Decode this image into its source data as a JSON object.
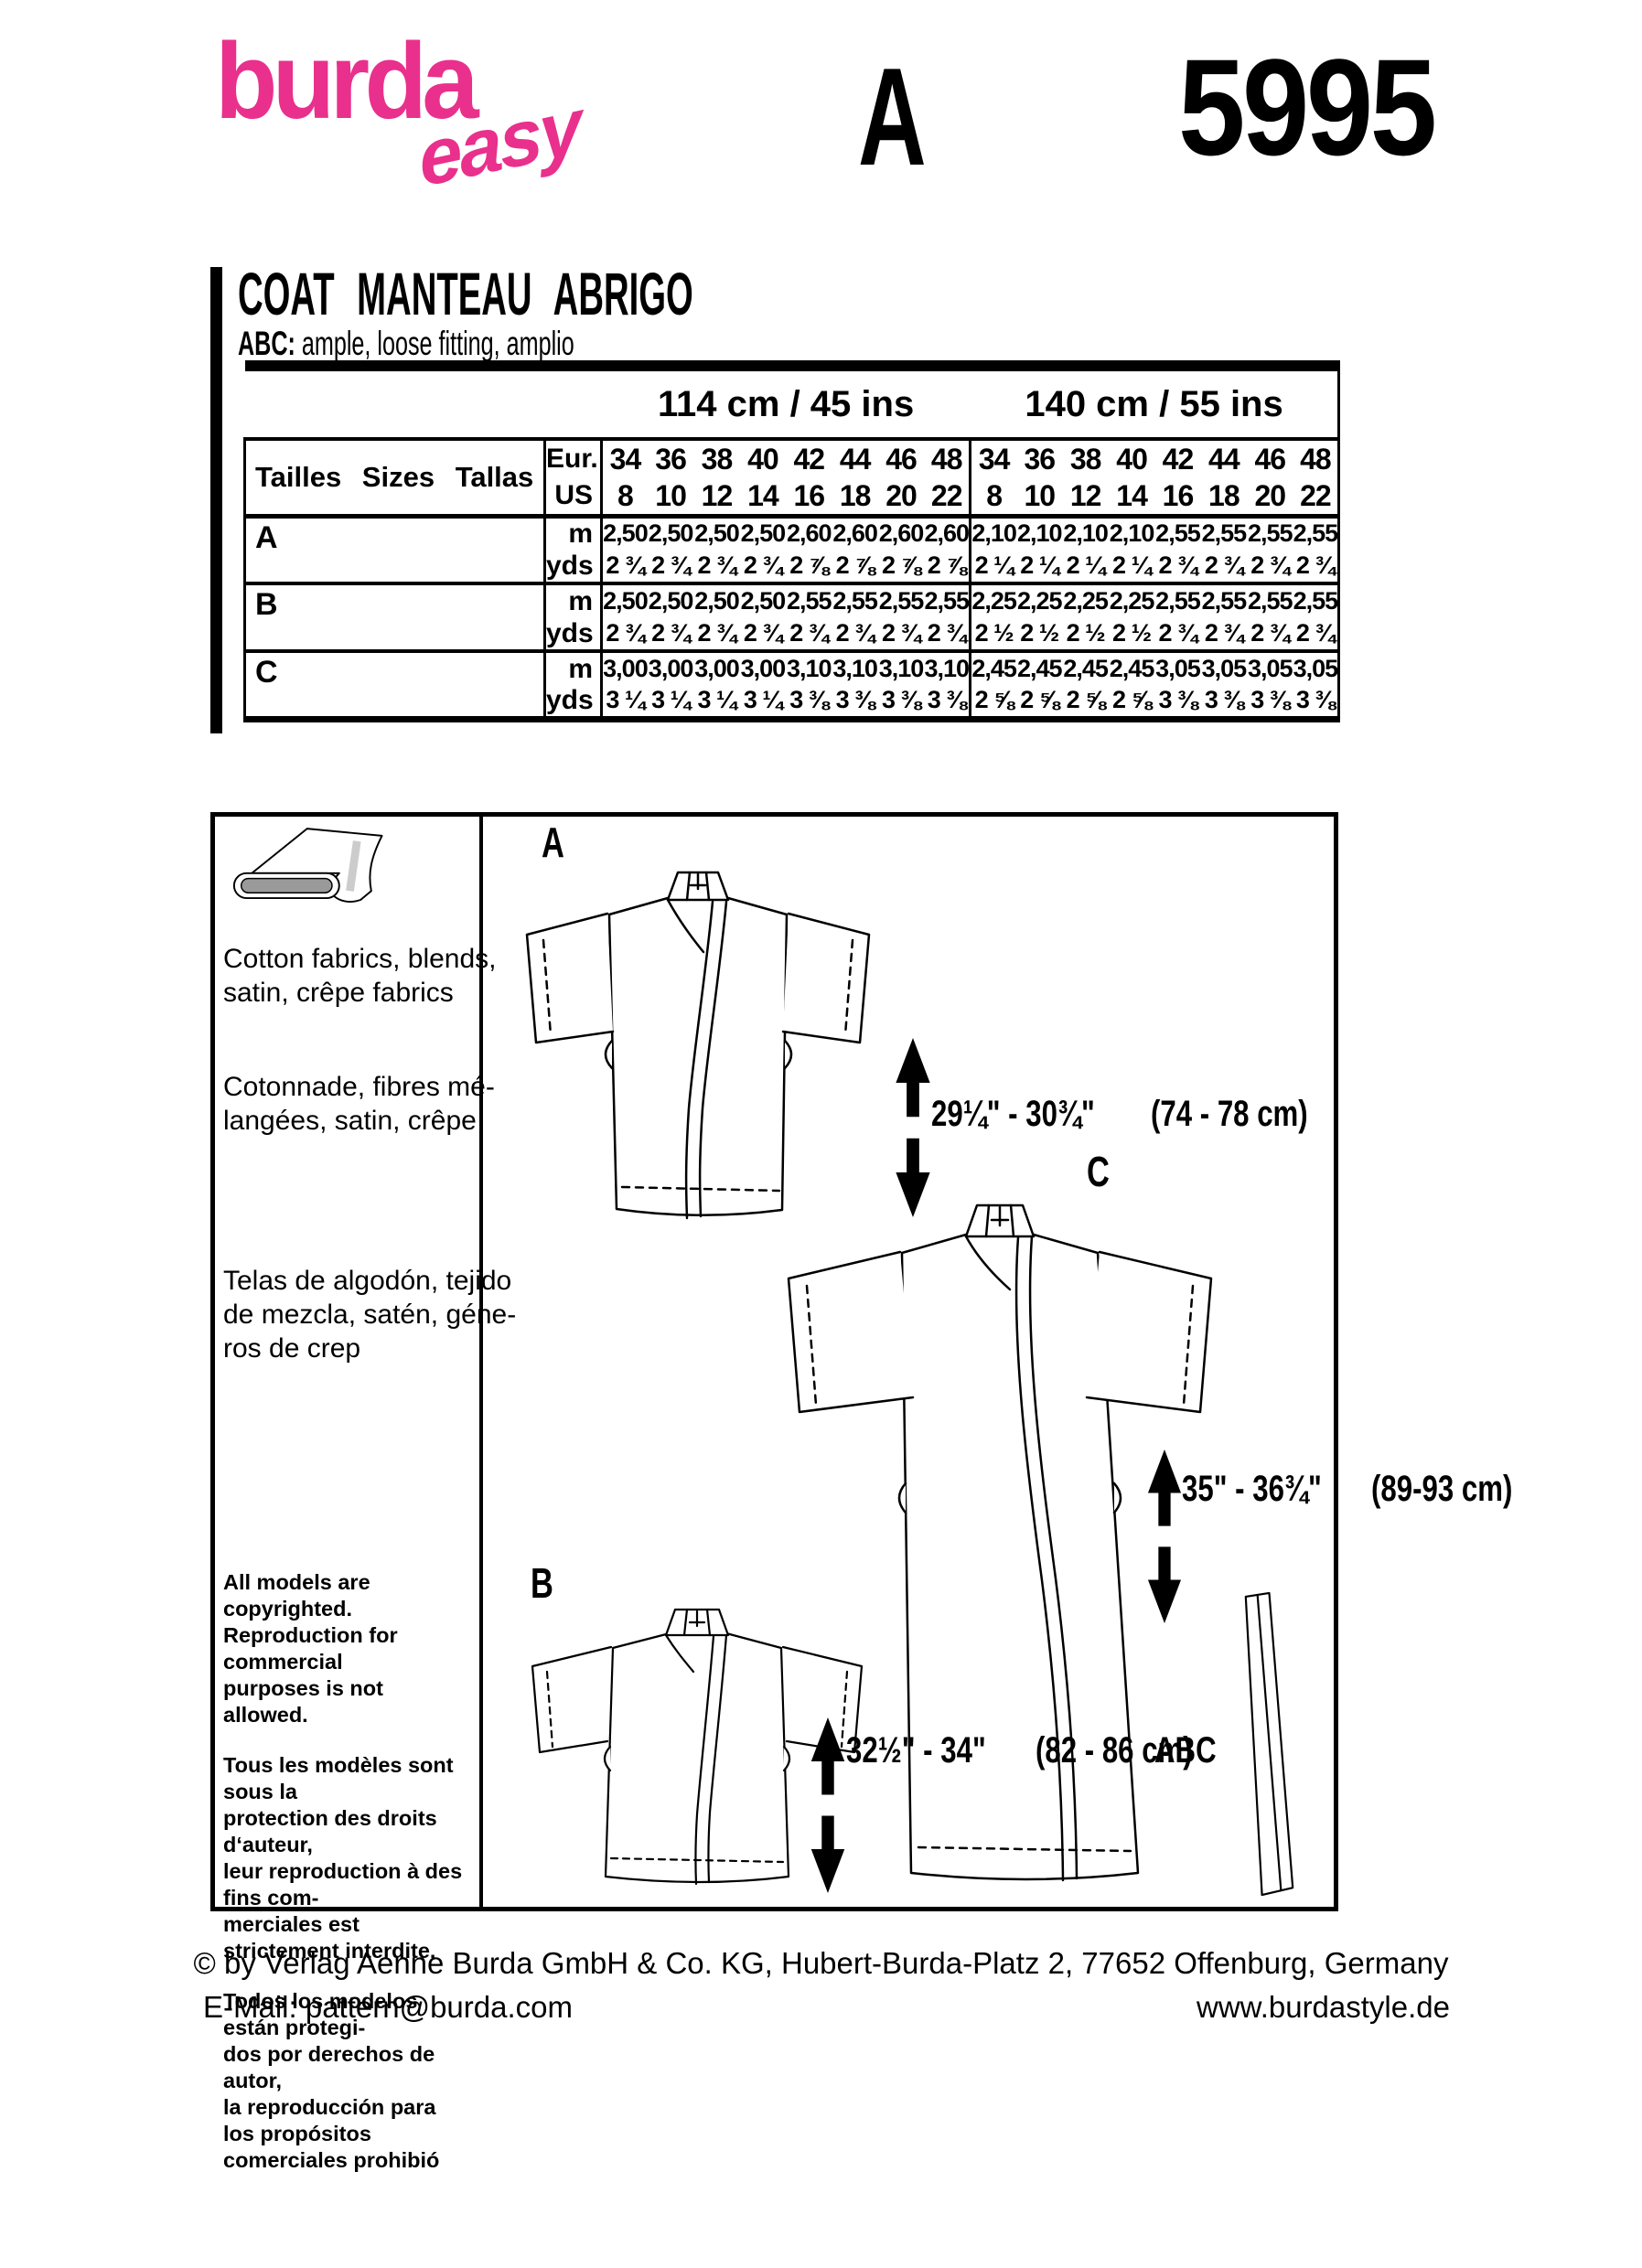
{
  "header": {
    "brand": "burda",
    "brand_sub": "easy",
    "view_letter": "A",
    "pattern_number": "5995"
  },
  "title": {
    "name": "COAT MANTEAU ABRIGO",
    "views_label": "ABC:",
    "views_desc": "ample, loose fitting, amplio"
  },
  "table": {
    "width_headers": [
      "114 cm / 45 ins",
      "140 cm / 55 ins"
    ],
    "row_label": "Tailles Sizes Tallas",
    "eur_label": "Eur.",
    "us_label": "US",
    "m_label": "m",
    "yds_label": "yds",
    "sizes_eur": [
      "34",
      "36",
      "38",
      "40",
      "42",
      "44",
      "46",
      "48",
      "34",
      "36",
      "38",
      "40",
      "42",
      "44",
      "46",
      "48"
    ],
    "sizes_us": [
      "8",
      "10",
      "12",
      "14",
      "16",
      "18",
      "20",
      "22",
      "8",
      "10",
      "12",
      "14",
      "16",
      "18",
      "20",
      "22"
    ],
    "rows": {
      "A": {
        "letter": "A",
        "m": [
          "2,50",
          "2,50",
          "2,50",
          "2,50",
          "2,60",
          "2,60",
          "2,60",
          "2,60",
          "2,10",
          "2,10",
          "2,10",
          "2,10",
          "2,55",
          "2,55",
          "2,55",
          "2,55"
        ],
        "yds": [
          "2 ¾",
          "2 ¾",
          "2 ¾",
          "2 ¾",
          "2 ⅞",
          "2 ⅞",
          "2 ⅞",
          "2 ⅞",
          "2 ¼",
          "2 ¼",
          "2 ¼",
          "2 ¼",
          "2 ¾",
          "2 ¾",
          "2 ¾",
          "2 ¾"
        ]
      },
      "B": {
        "letter": "B",
        "m": [
          "2,50",
          "2,50",
          "2,50",
          "2,50",
          "2,55",
          "2,55",
          "2,55",
          "2,55",
          "2,25",
          "2,25",
          "2,25",
          "2,25",
          "2,55",
          "2,55",
          "2,55",
          "2,55"
        ],
        "yds": [
          "2 ¾",
          "2 ¾",
          "2 ¾",
          "2 ¾",
          "2 ¾",
          "2 ¾",
          "2 ¾",
          "2 ¾",
          "2 ½",
          "2 ½",
          "2 ½",
          "2 ½",
          "2 ¾",
          "2 ¾",
          "2 ¾",
          "2 ¾"
        ]
      },
      "C": {
        "letter": "C",
        "m": [
          "3,00",
          "3,00",
          "3,00",
          "3,00",
          "3,10",
          "3,10",
          "3,10",
          "3,10",
          "2,45",
          "2,45",
          "2,45",
          "2,45",
          "3,05",
          "3,05",
          "3,05",
          "3,05"
        ],
        "yds": [
          "3 ¼",
          "3 ¼",
          "3 ¼",
          "3 ¼",
          "3 ⅜",
          "3 ⅜",
          "3 ⅜",
          "3 ⅜",
          "2 ⅝",
          "2 ⅝",
          "2 ⅝",
          "2 ⅝",
          "3 ⅜",
          "3 ⅜",
          "3 ⅜",
          "3 ⅜"
        ]
      }
    }
  },
  "sidebar": {
    "fabrics_en": "Cotton fabrics, blends,\nsatin, crêpe fabrics",
    "fabrics_fr": "Cotonnade, fibres mé-\nlangées, satin, crêpe",
    "fabrics_es": "Telas de algodón, tejido\nde mezcla, satén, géne-\nros de crep",
    "copyright_en": "All models are copyrighted.\nReproduction for commercial\npurposes is not allowed.",
    "copyright_fr": "Tous les modèles sont sous la\nprotection des droits d‘auteur,\nleur reproduction à des fins com-\nmerciales est strictement interdite.",
    "copyright_es": "Todos los modelos están protegi-\ndos por derechos de autor,\nla reproducción para los propósitos\ncomerciales prohibió"
  },
  "diagram": {
    "label_a": "A",
    "label_b": "B",
    "label_c": "C",
    "label_abc": "ABC",
    "measure_a": {
      "line1": "29¼\" - 30¾\"",
      "line2": "(74 - 78 cm)"
    },
    "measure_c": {
      "line1": "35\" - 36¾\"",
      "line2": "(89-93 cm)"
    },
    "measure_b": {
      "line1": "32½\" - 34\"",
      "line2": "(82 - 86 cm)"
    }
  },
  "footer": {
    "line1": "© by Verlag Aenne Burda GmbH & Co. KG, Hubert-Burda-Platz 2, 77652 Offenburg, Germany",
    "email": "E-Mail: pattern@burda.com",
    "website": "www.burdastyle.de"
  },
  "colors": {
    "brand_pink": "#e9308c",
    "ink": "#000000"
  }
}
